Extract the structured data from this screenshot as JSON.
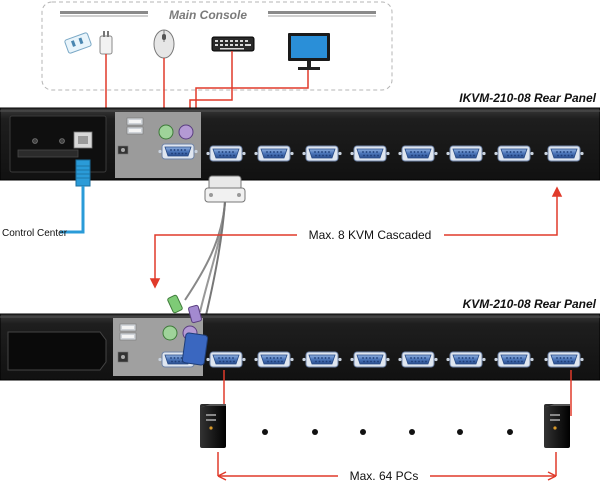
{
  "main_console": {
    "title": "Main Console"
  },
  "panels": {
    "ikvm": {
      "title": "IKVM-210-08 Rear Panel"
    },
    "kvm": {
      "title": "KVM-210-08 Rear Panel"
    }
  },
  "labels": {
    "control_center": "Control Center",
    "cascaded": "Max. 8 KVM Cascaded",
    "max_pcs": "Max. 64 PCs"
  },
  "colors": {
    "cable_red": "#e03a2a",
    "cable_blue": "#2a9bd8",
    "panel_dark": "#1a1a1a",
    "vga_blue": "#4a74b8",
    "ps2_green": "#9fd39a",
    "ps2_purple": "#b49ad4"
  }
}
